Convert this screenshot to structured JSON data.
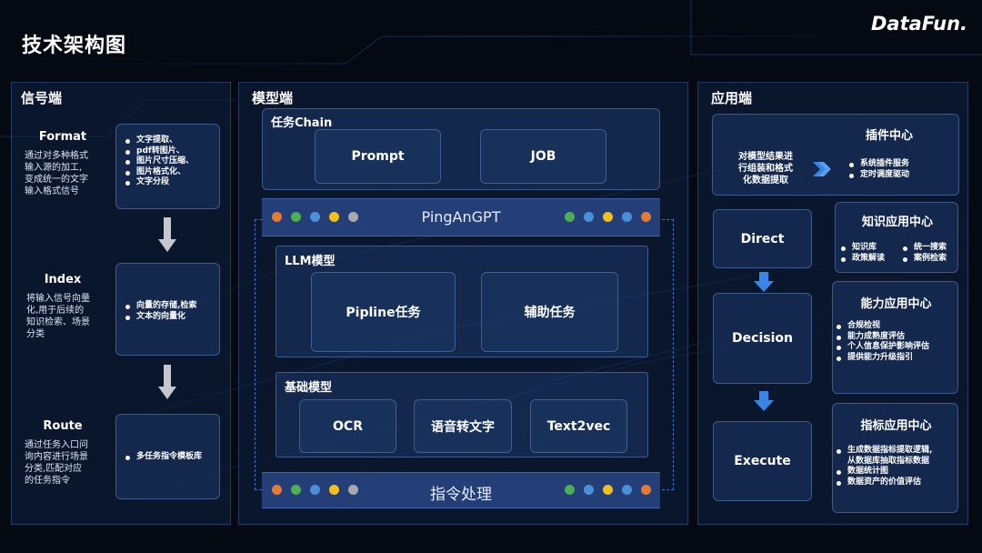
{
  "title": "技术架构图",
  "logo": "DataFun.",
  "signal": {
    "title": "信号端",
    "steps": [
      {
        "name": "Format",
        "desc": "通过对多种格式\n输入源的加工,\n变成统一的文字\n输入格式信号",
        "items": [
          "文字提取、",
          "pdf转图片、",
          "图片尺寸压缩、",
          "图片格式化、",
          "文字分段"
        ]
      },
      {
        "name": "Index",
        "desc": "将输入信号向量\n化,用于后续的\n知识检索、场景\n分类",
        "items": [
          "向量的存储,检索",
          "文本的向量化"
        ]
      },
      {
        "name": "Route",
        "desc": "通过任务入口问\n询内容进行场景\n分类,匹配对应\n的任务指令",
        "items": [
          "多任务指令模板库"
        ]
      }
    ]
  },
  "model": {
    "title": "模型端",
    "chain_title": "任务Chain",
    "chain_items": [
      "Prompt",
      "JOB"
    ],
    "bar_top": "PingAnGPT",
    "llm_title": "LLM模型",
    "llm_items": [
      "Pipline任务",
      "辅助任务"
    ],
    "base_title": "基础模型",
    "base_items": [
      "OCR",
      "语音转文字",
      "Text2vec"
    ],
    "bar_bottom": "指令处理",
    "dot_colors": [
      "#e8792e",
      "#4caf50",
      "#4a90d9",
      "#f2c019",
      "#a9a9a9"
    ]
  },
  "app": {
    "title": "应用端",
    "plugin": {
      "desc": "对模型结果进\n行组装和格式\n化数据提取",
      "title": "插件中心",
      "items": [
        "系统插件服务",
        "定时调度驱动"
      ]
    },
    "flow": [
      "Direct",
      "Decision",
      "Execute"
    ],
    "knowledge": {
      "title": "知识应用中心",
      "items": [
        "知识库",
        "统一搜索",
        "政策解读",
        "案例检索"
      ]
    },
    "ability": {
      "title": "能力应用中心",
      "items": [
        "合规检视",
        "能力成熟度评估",
        "个人信息保护影响评估",
        "提供能力升级指引"
      ]
    },
    "metric": {
      "title": "指标应用中心",
      "items": [
        "生成数据指标提取逻辑,\n从数据库抽取指标数据",
        "数据统计图",
        "数据资产的价值评估"
      ]
    }
  }
}
